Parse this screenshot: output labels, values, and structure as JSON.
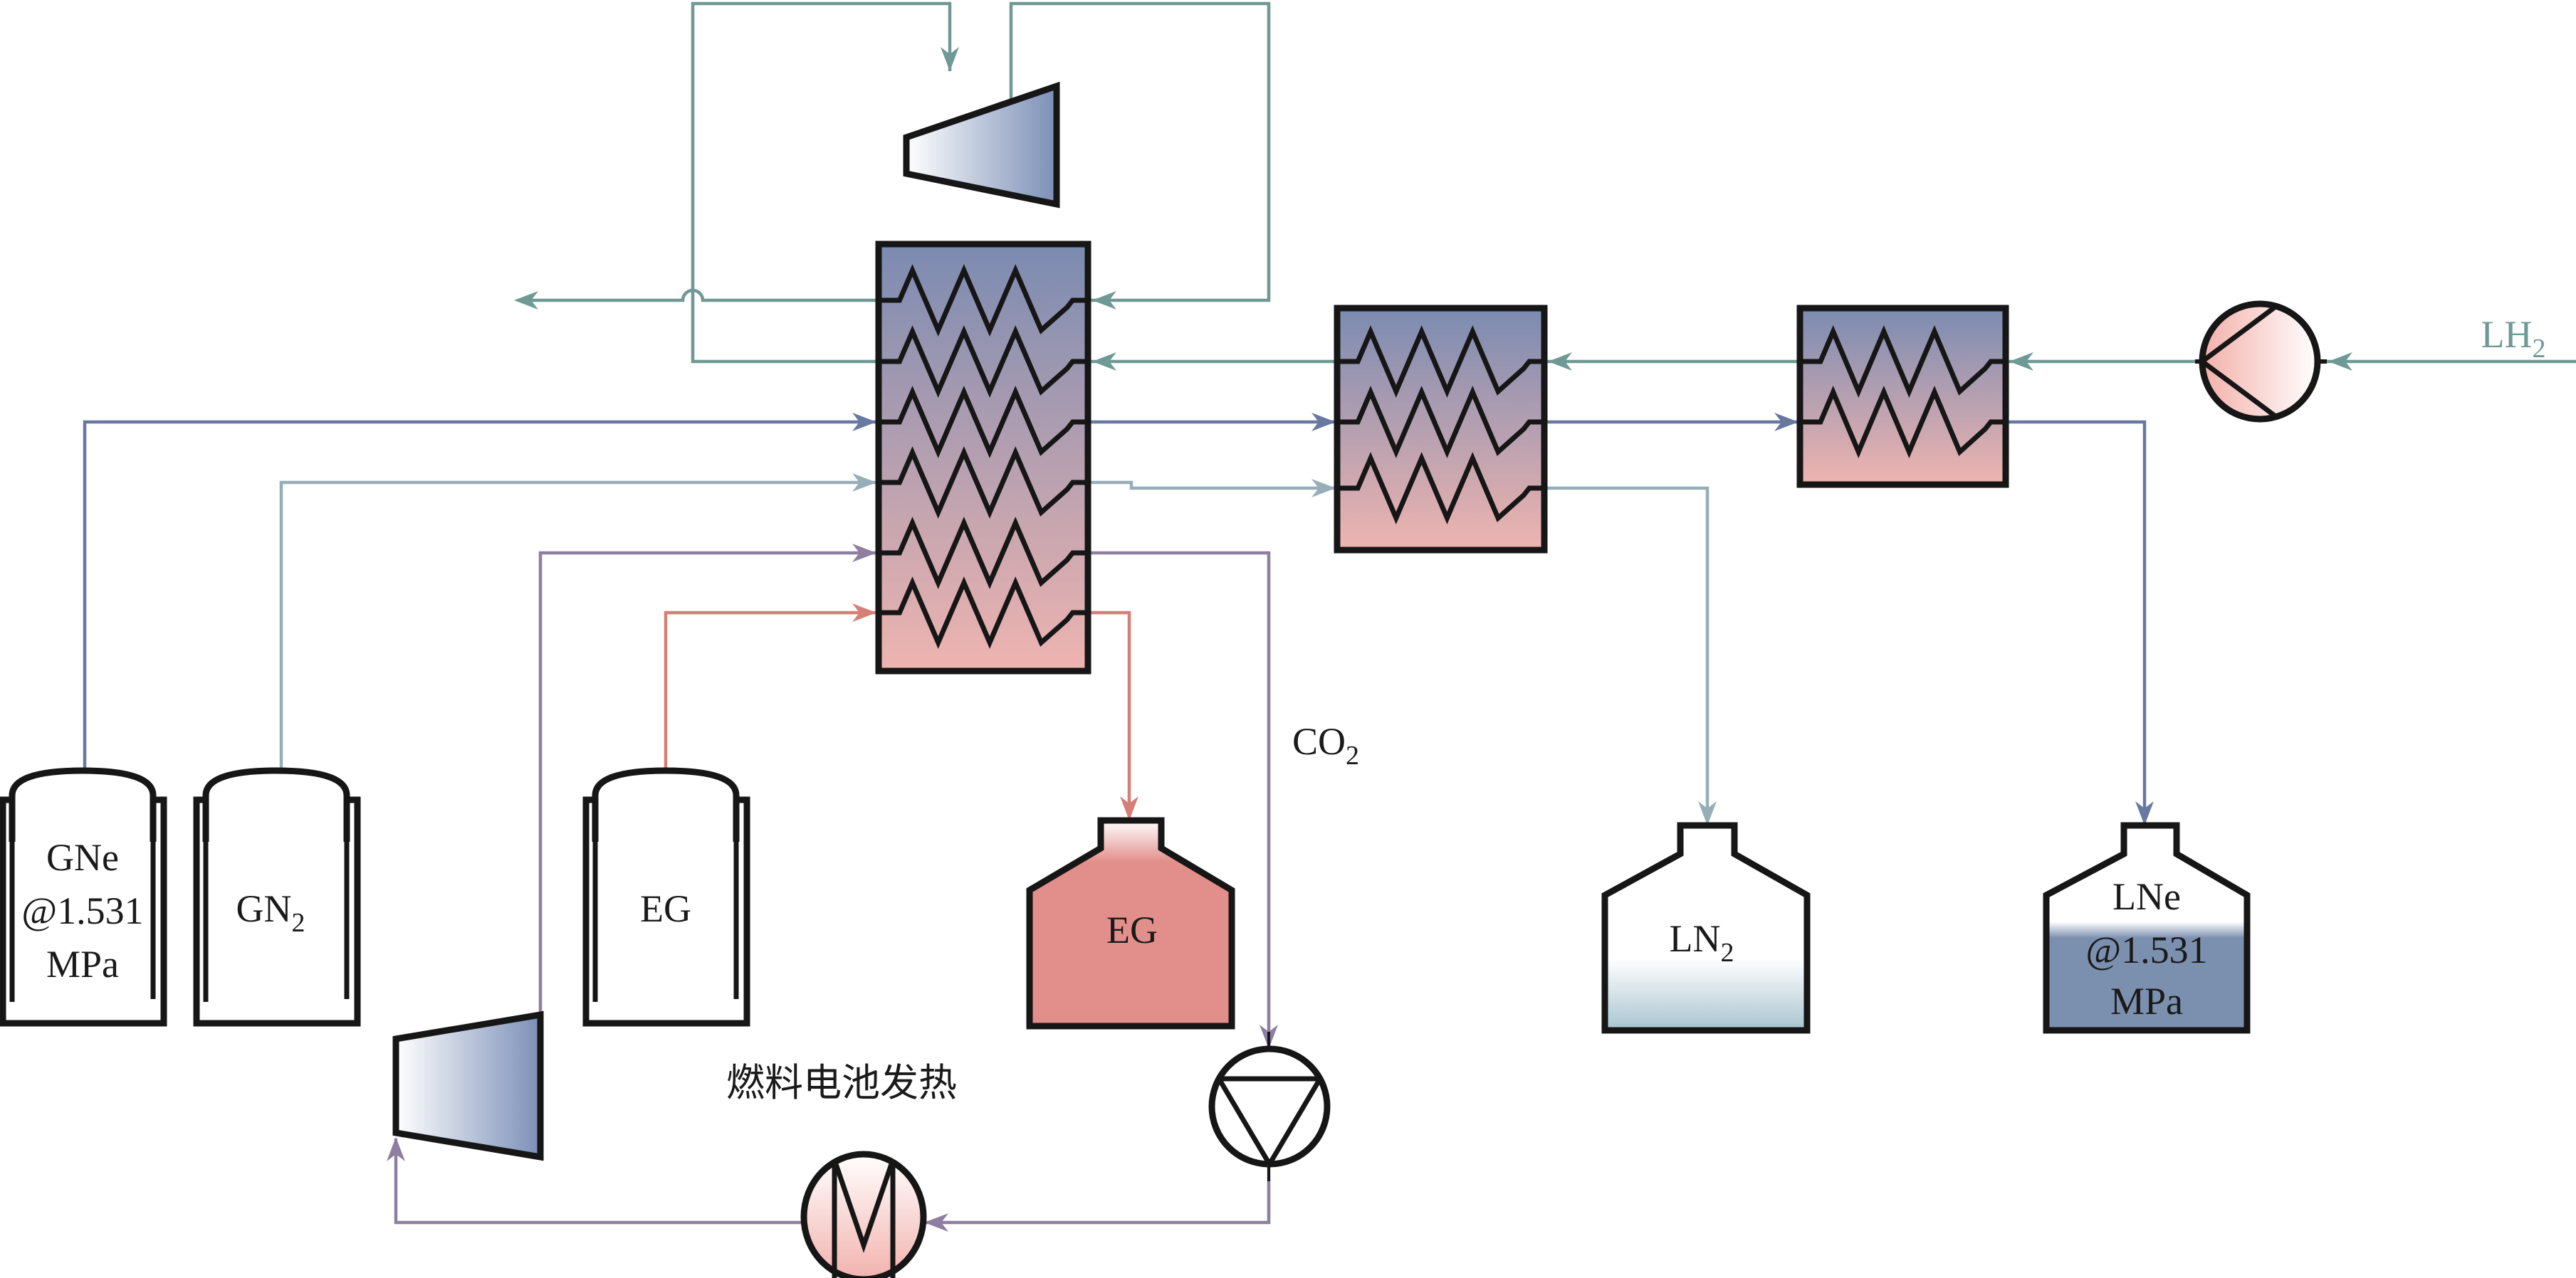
{
  "title": "Liquid hydrogen cold energy utilization process with fuel cell waste heat",
  "colors": {
    "hydrogen_stream": "#6f9995",
    "neon_stream": "#6878a0",
    "nitrogen_stream": "#96aeb8",
    "co2_stream": "#8e7ea0",
    "eg_stream": "#d57f76",
    "hx_top": "#7b8bb1",
    "hx_bottom": "#efb4b0",
    "eg_product_fill": "#e28f8c",
    "lne_fill": "#7b8fae",
    "ln2_fill": "#a8c4d0",
    "outline": "#161616"
  },
  "labels": {
    "lh2_inlet": "LH",
    "lh2_sub": "2",
    "gne_tank": [
      "GNe",
      "@1.531",
      "MPa"
    ],
    "gn2_tank_main": "GN",
    "gn2_tank_sub": "2",
    "eg_feed_tank": "EG",
    "eg_product_tank": "EG",
    "ln2_tank_main": "LN",
    "ln2_tank_sub": "2",
    "lne_tank": [
      "LNe",
      "@1.531",
      "MPa"
    ],
    "co2_main": "CO",
    "co2_sub": "2",
    "fuel_cell_heat": "燃料电池发热"
  },
  "equipment": {
    "main_heat_exchanger_passes": 6,
    "second_heat_exchanger_passes": 3,
    "third_heat_exchanger_passes": 2,
    "lne_liquid_level": 0.55,
    "ln2_liquid_level": 0.3
  }
}
